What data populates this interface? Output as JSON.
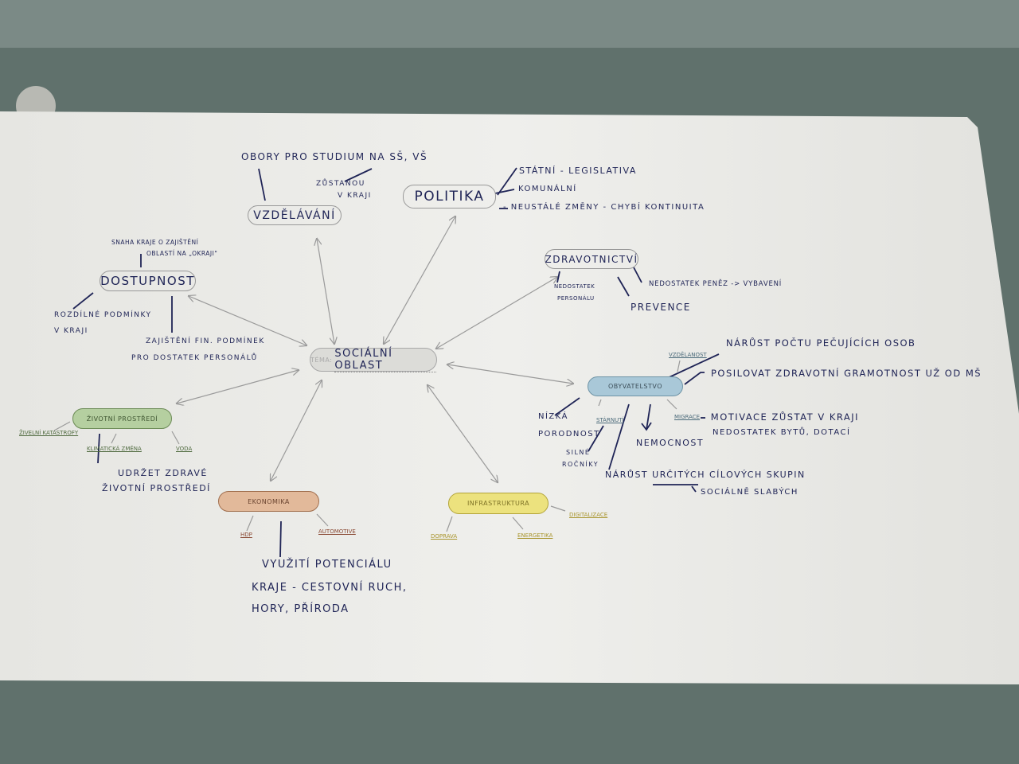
{
  "center": {
    "prefix": "TÉMA:",
    "title": "SOCIÁLNÍ OBLAST"
  },
  "nodes": {
    "vzdelavani": "VZDĚLÁVÁNÍ",
    "politika": "POLITIKA",
    "zdravotnictvi": "ZDRAVOTNICTVÍ",
    "dostupnost": "DOSTUPNOST",
    "obyvatelstvo": "OBYVATELSTVO",
    "zivotni_prostredi": "ŽIVOTNÍ PROSTŘEDÍ",
    "ekonomika": "EKONOMIKA",
    "infrastruktura": "INFRASTRUKTURA"
  },
  "printed_subtopics": {
    "zivelni_katastrofy": "ŽIVELNÍ KATASTROFY",
    "klimaticka_zmena": "KLIMATICKÁ ZMĚNA",
    "voda": "VODA",
    "hdp": "HDP",
    "automotive": "AUTOMOTIVE",
    "doprava": "DOPRAVA",
    "energetika": "ENERGETIKA",
    "digitalizace": "DIGITALIZACE",
    "vzdelanost": "VZDĚLANOST",
    "starnuti": "STÁRNUTÍ",
    "migrace": "MIGRACE"
  },
  "notes": {
    "obory": "OBORY PRO STUDIUM NA SŠ, VŠ",
    "zustanou": "ZŮSTANOU",
    "v_kraji": "V KRAJI",
    "statni": "STÁTNÍ - LEGISLATIVA",
    "komunalni": "KOMUNÁLNÍ",
    "neustale": "- NEUSTÁLÉ ZMĚNY - CHYBÍ KONTINUITA",
    "snaha1": "SNAHA KRAJE O ZAJIŠTĚNÍ",
    "snaha2": "OBLASTÍ NA „OKRAJI\"",
    "rozdilne1": "ROZDÍLNÉ PODMÍNKY",
    "rozdilne2": "V KRAJI",
    "zajisteni1": "ZAJIŠTĚNÍ FIN. PODMÍNEK",
    "zajisteni2": "PRO DOSTATEK PERSONÁLŮ",
    "nedostatek_pers1": "NEDOSTATEK",
    "nedostatek_pers2": "PERSONÁLU",
    "prevence": "PREVENCE",
    "nedostatek_penez": "NEDOSTATEK PENĚZ -> VYBAVENÍ",
    "narust_poctu": "NÁRŮST POČTU PEČUJÍCÍCH OSOB",
    "posilovat": "POSILOVAT ZDRAVOTNÍ GRAMOTNOST UŽ OD MŠ",
    "nizka1": "NÍZKÁ",
    "nizka2": "PORODNOST",
    "silne1": "SILNÉ",
    "silne2": "ROČNÍKY",
    "nemocnost": "NEMOCNOST",
    "motivace": "- MOTIVACE ZŮSTAT V KRAJI",
    "nedostatek_bytu": "NEDOSTATEK BYTŮ, DOTACÍ",
    "narust_skupin": "NÁRŮST URČITÝCH CÍLOVÝCH SKUPIN",
    "socialne_slabych": "SOCIÁLNĚ SLABÝCH",
    "udrzet1": "UDRŽET ZDRAVÉ",
    "udrzet2": "ŽIVOTNÍ PROSTŘEDÍ",
    "vyuziti1": "VYUŽITÍ POTENCIÁLU",
    "vyuziti2": "KRAJE - CESTOVNÍ RUCH,",
    "vyuziti3": "HORY, PŘÍRODA"
  },
  "colors": {
    "ink": "#1f2456",
    "obyvatelstvo": "#a9c8d8",
    "zivotni_prostredi": "#b5cfa0",
    "ekonomika": "#e2b99a",
    "infrastruktura": "#ece27e"
  }
}
